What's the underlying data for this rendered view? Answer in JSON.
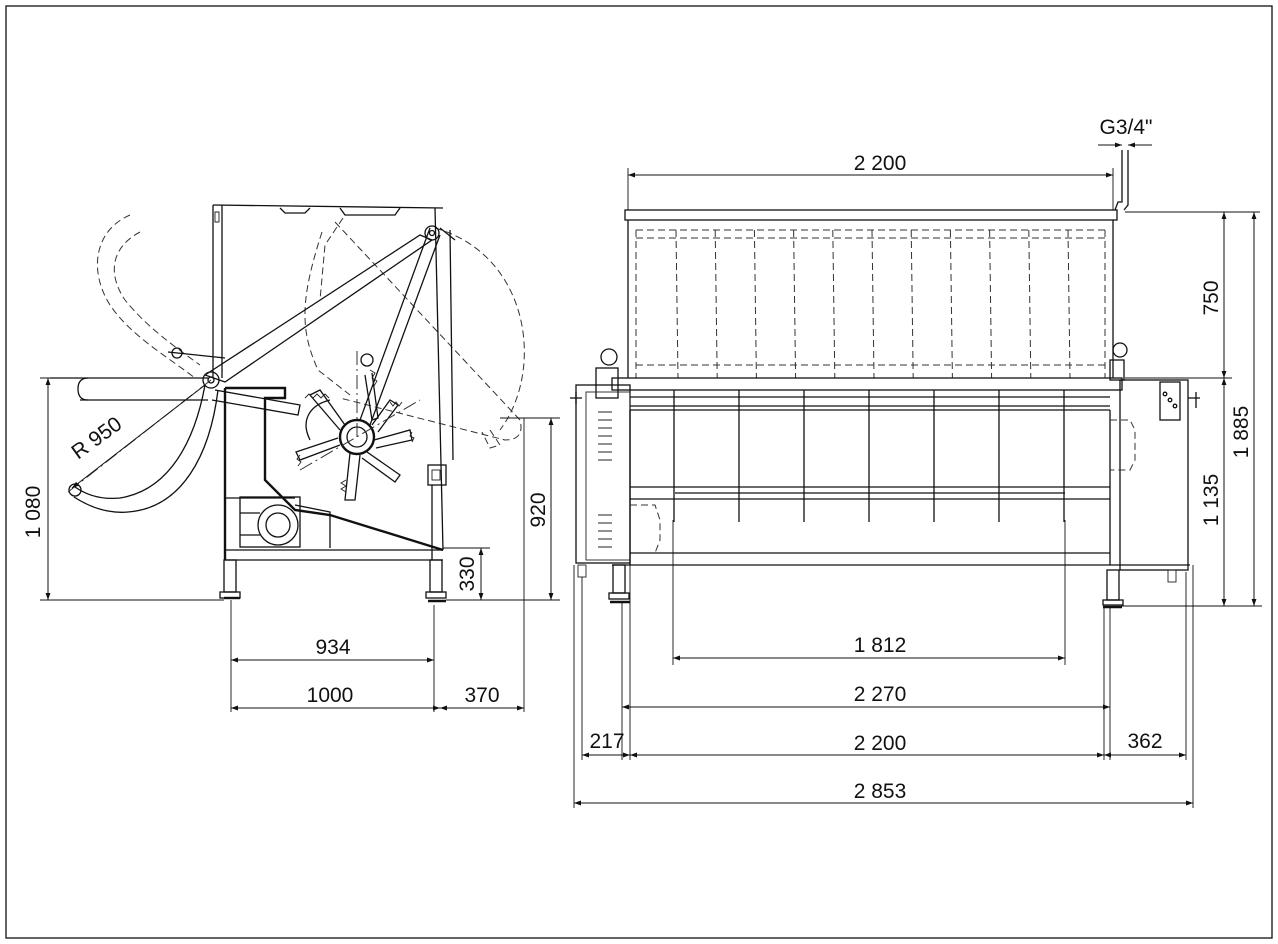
{
  "side_view": {
    "radius_label": "R 950",
    "dims": {
      "height_total": "1 080",
      "leg_span": "934",
      "base_length": "1000",
      "overhang": "370",
      "axis_height": "920",
      "foot_height": "330"
    }
  },
  "front_view": {
    "connection_label": "G3/4\"",
    "dims": {
      "tank_width": "2 200",
      "tank_depth": "750",
      "total_height": "1 885",
      "frame_height": "1 135",
      "inner_span": "1 812",
      "leg_span": "2 270",
      "left_offset": "217",
      "frame_width": "2 200",
      "right_offset": "362",
      "overall_width": "2 853"
    }
  }
}
